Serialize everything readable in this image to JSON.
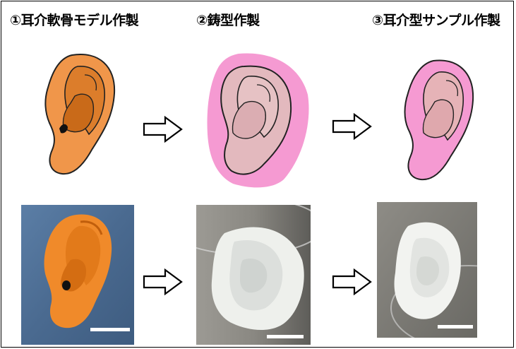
{
  "steps": [
    {
      "title": "①耳介軟骨モデル作製"
    },
    {
      "title": "②鋳型作製"
    },
    {
      "title": "③耳介型サンプル作製"
    }
  ],
  "colors": {
    "model_orange": "#f0964a",
    "model_orange_dark": "#d5741f",
    "mold_pink": "#f59ad2",
    "mold_inner": "#e3b9be",
    "sample_pink": "#f59ad2",
    "sample_inner": "#e6b3b7",
    "photo_blue": "#4e6f95",
    "photo_gray": "#8c8a84",
    "scalebar": "#ffffff"
  },
  "icons": [
    "hollow-right-arrow"
  ]
}
